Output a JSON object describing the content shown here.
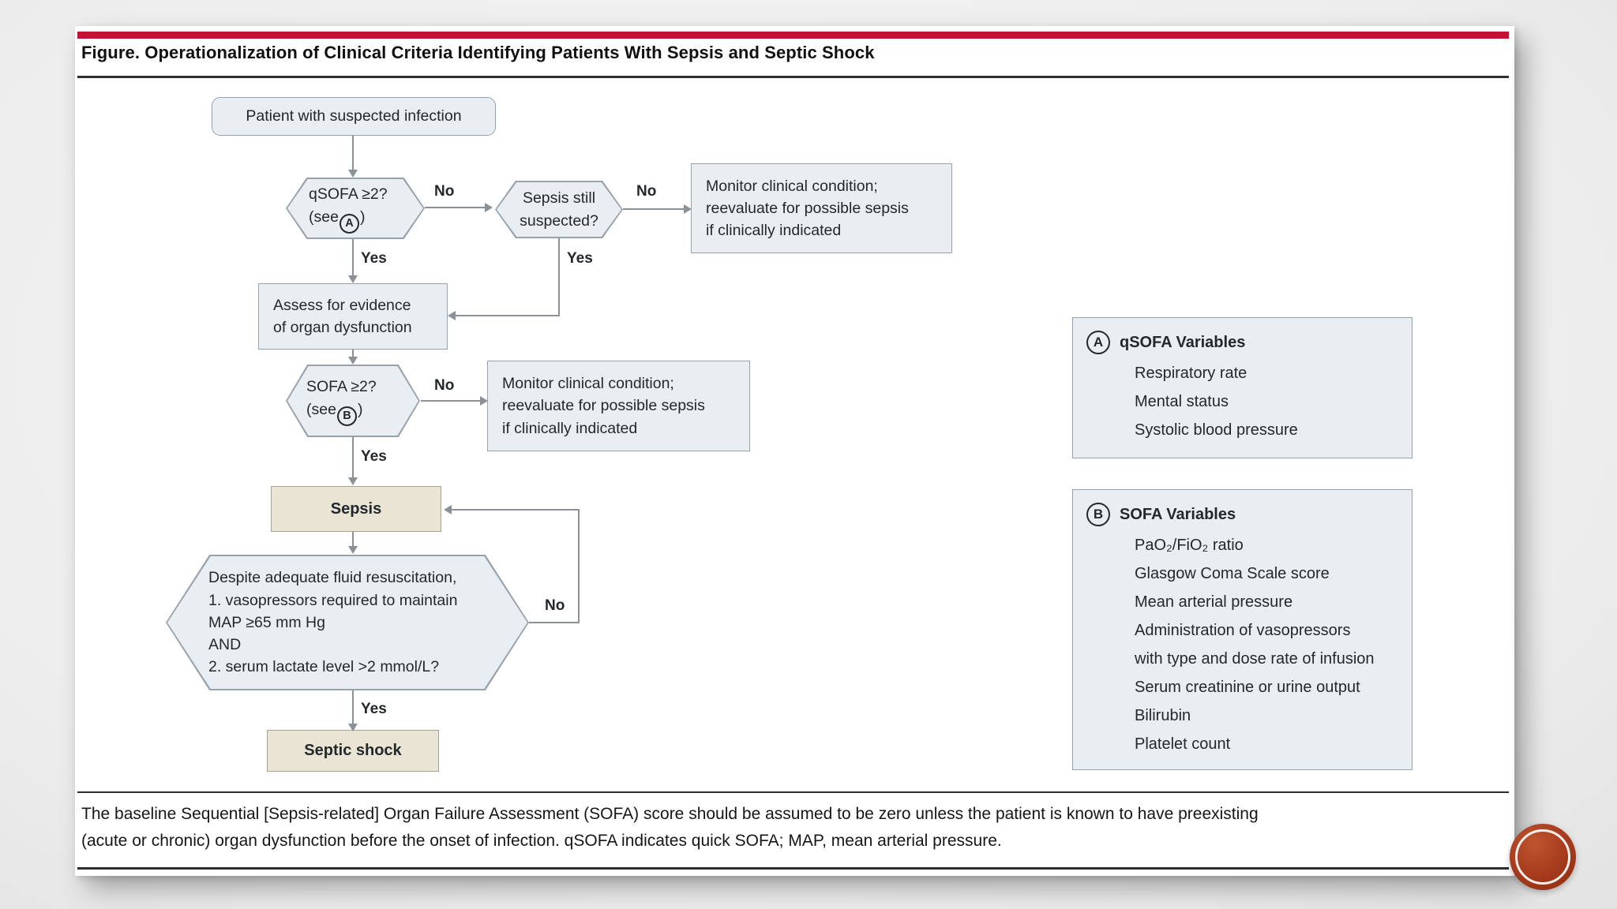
{
  "figure": {
    "title": "Figure. Operationalization of Clinical Criteria Identifying Patients With Sepsis and Septic Shock",
    "footnote": "The baseline Sequential [Sepsis-related] Organ Failure Assessment (SOFA) score should be assumed to be zero unless the patient is known to have preexisting\n(acute or chronic) organ dysfunction before the onset of infection. qSOFA indicates quick SOFA; MAP, mean arterial pressure."
  },
  "labels": {
    "yes": "Yes",
    "no": "No"
  },
  "nodes": {
    "patient": "Patient with suspected infection",
    "qsofa": {
      "question": "qSOFA ≥2?",
      "see_open": "(see",
      "ref": "A",
      "see_close": ")"
    },
    "sepsis_still": "Sepsis still\nsuspected?",
    "monitor1": "Monitor clinical condition;\nreevaluate for possible sepsis\nif clinically indicated",
    "assess": "Assess for evidence\nof organ dysfunction",
    "sofa": {
      "question": "SOFA ≥2?",
      "see_open": "(see",
      "ref": "B",
      "see_close": ")"
    },
    "monitor2": "Monitor clinical condition;\nreevaluate for possible sepsis\nif clinically indicated",
    "sepsis": "Sepsis",
    "shock_criteria": "Despite adequate fluid resuscitation,\n1. vasopressors required to maintain\nMAP ≥65 mm Hg\nAND\n2. serum lactate level >2 mmol/L?",
    "septic_shock": "Septic shock"
  },
  "panel_a": {
    "ref": "A",
    "title": "qSOFA Variables",
    "items": [
      "Respiratory rate",
      "Mental status",
      "Systolic blood pressure"
    ]
  },
  "panel_b": {
    "ref": "B",
    "title": "SOFA Variables",
    "items": [
      "PaO₂/FiO₂ ratio",
      "Glasgow Coma Scale score",
      "Mean arterial pressure",
      "Administration of vasopressors\nwith type and dose rate of infusion",
      "Serum creatinine or urine output",
      "Bilirubin",
      "Platelet count"
    ]
  },
  "colors": {
    "accent_red": "#c31235",
    "node_fill": "#e9eef2",
    "node_border": "#98a2aa",
    "highlight_fill": "#e9e4d3",
    "highlight_border": "#a7a292",
    "line_gray": "#8a9298",
    "logo_rust": "#a83c1e"
  }
}
